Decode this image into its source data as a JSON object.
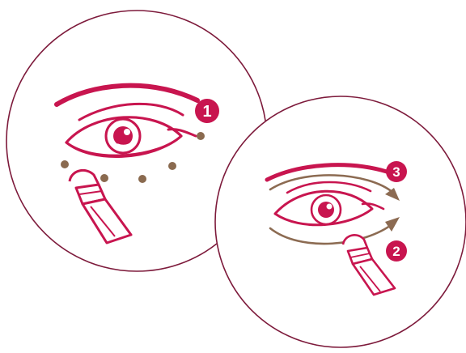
{
  "colors": {
    "circle_outline": "#7d1a3b",
    "brand_magenta": "#c8154f",
    "arrow_brown": "#8c6b52",
    "dot_brown": "#8a6a4f",
    "background": "#ffffff",
    "number_text": "#ffffff"
  },
  "steps": [
    {
      "number": "1",
      "description_icon": "dot-application-icon"
    },
    {
      "number": "2",
      "description_icon": "lower-lid-arrow-icon"
    },
    {
      "number": "3",
      "description_icon": "upper-lid-arrow-icon"
    }
  ],
  "panels": [
    {
      "name": "dotting-panel",
      "icon": "eye-icon",
      "tool_icon": "applicator-pen-icon"
    },
    {
      "name": "smoothing-panel",
      "icon": "eye-icon",
      "tool_icon": "applicator-pen-icon"
    }
  ]
}
